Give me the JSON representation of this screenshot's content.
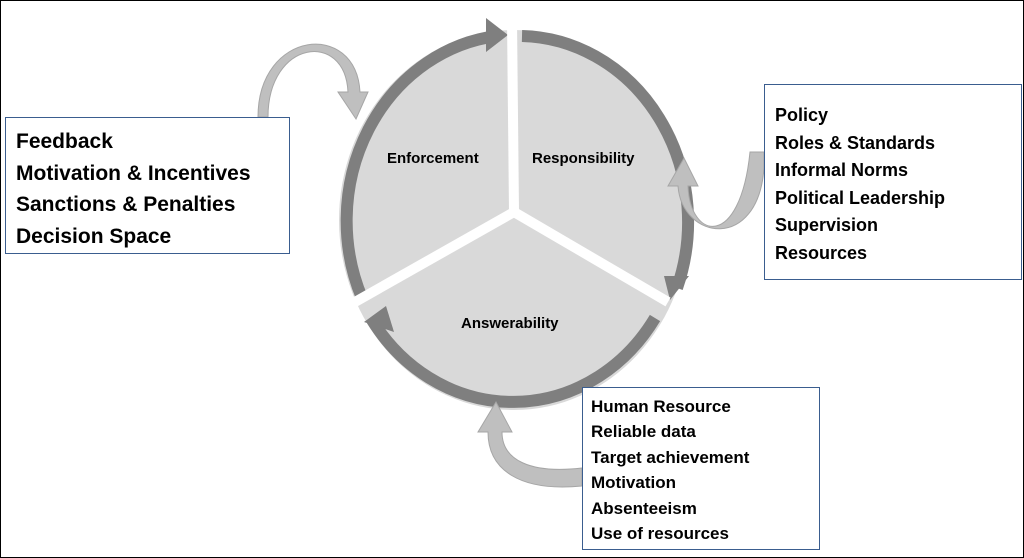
{
  "cycle": {
    "segments": [
      "Enforcement",
      "Responsibility",
      "Answerability"
    ]
  },
  "boxes": {
    "left": [
      "Feedback",
      "Motivation & Incentives",
      "Sanctions & Penalties",
      "Decision Space"
    ],
    "right": [
      "Policy",
      "Roles & Standards",
      "Informal Norms",
      "Political Leadership",
      "Supervision",
      "Resources"
    ],
    "bottom": [
      "Human Resource",
      "Reliable data",
      "Target achievement",
      "Motivation",
      "Absenteeism",
      "Use of resources"
    ]
  },
  "colors": {
    "disc_fill": "#d9d9d9",
    "ring": "#7f7f7f",
    "curved_arrow_fill": "#bfbfbf",
    "box_border": "#3a5d8f"
  }
}
